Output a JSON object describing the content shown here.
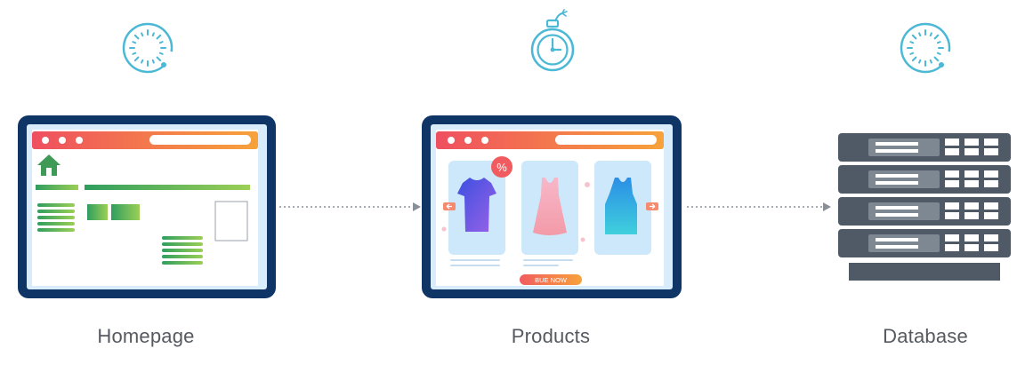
{
  "colors": {
    "ring": "#4bb8d6",
    "frame": "#0f3566",
    "screen": "#d8ecfb",
    "browser_bar_start": "#ef4f60",
    "browser_bar_end": "#f7a23a",
    "green_start": "#2f9e5f",
    "green_end": "#9ccf55",
    "arrow": "#8a9099",
    "server_dark": "#4f5a66",
    "server_light": "#7e8893",
    "caption_text": "#555a60"
  },
  "icons": {
    "homepage_timer": "circular-timer-icon",
    "products_timer": "stopwatch-icon",
    "database_timer": "circular-timer-icon",
    "home": "home-icon",
    "database": "server-rack-icon"
  },
  "nodes": [
    {
      "id": "homepage",
      "label": "Homepage"
    },
    {
      "id": "products",
      "label": "Products"
    },
    {
      "id": "database",
      "label": "Database"
    }
  ],
  "products_screen": {
    "discount_badge": "%",
    "buy_button": "BUE NOW"
  }
}
